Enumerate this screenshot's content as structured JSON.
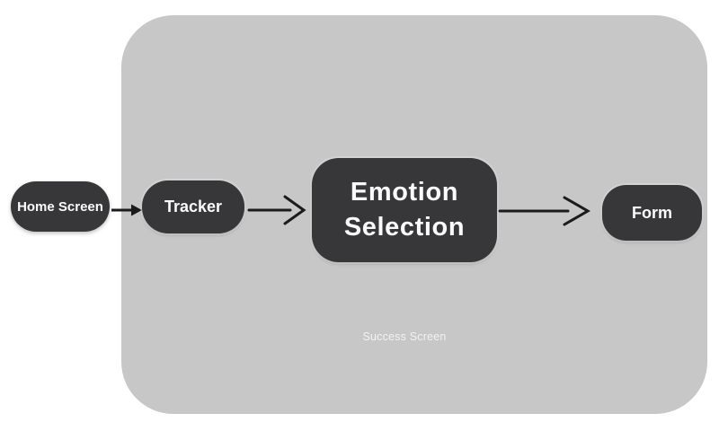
{
  "diagram": {
    "type": "flowchart",
    "caption": "Success Screen",
    "nodes": [
      {
        "id": "home-screen",
        "label": "Home Screen"
      },
      {
        "id": "tracker",
        "label": "Tracker"
      },
      {
        "id": "emotion-selection",
        "label": "Emotion Selection"
      },
      {
        "id": "form",
        "label": "Form"
      }
    ],
    "edges": [
      {
        "from": "Home Screen",
        "to": "Tracker",
        "arrowhead": "filled-triangle"
      },
      {
        "from": "Tracker",
        "to": "Emotion Selection",
        "arrowhead": "open-chevron"
      },
      {
        "from": "Emotion Selection",
        "to": "Form",
        "arrowhead": "open-chevron"
      }
    ],
    "colors": {
      "canvas_background": "#ffffff",
      "panel_background": "#c7c7c7",
      "node_background": "#37373a",
      "node_text": "#fafafa",
      "arrow": "#1b1b1b",
      "caption_text": "#f2f2f2"
    }
  }
}
